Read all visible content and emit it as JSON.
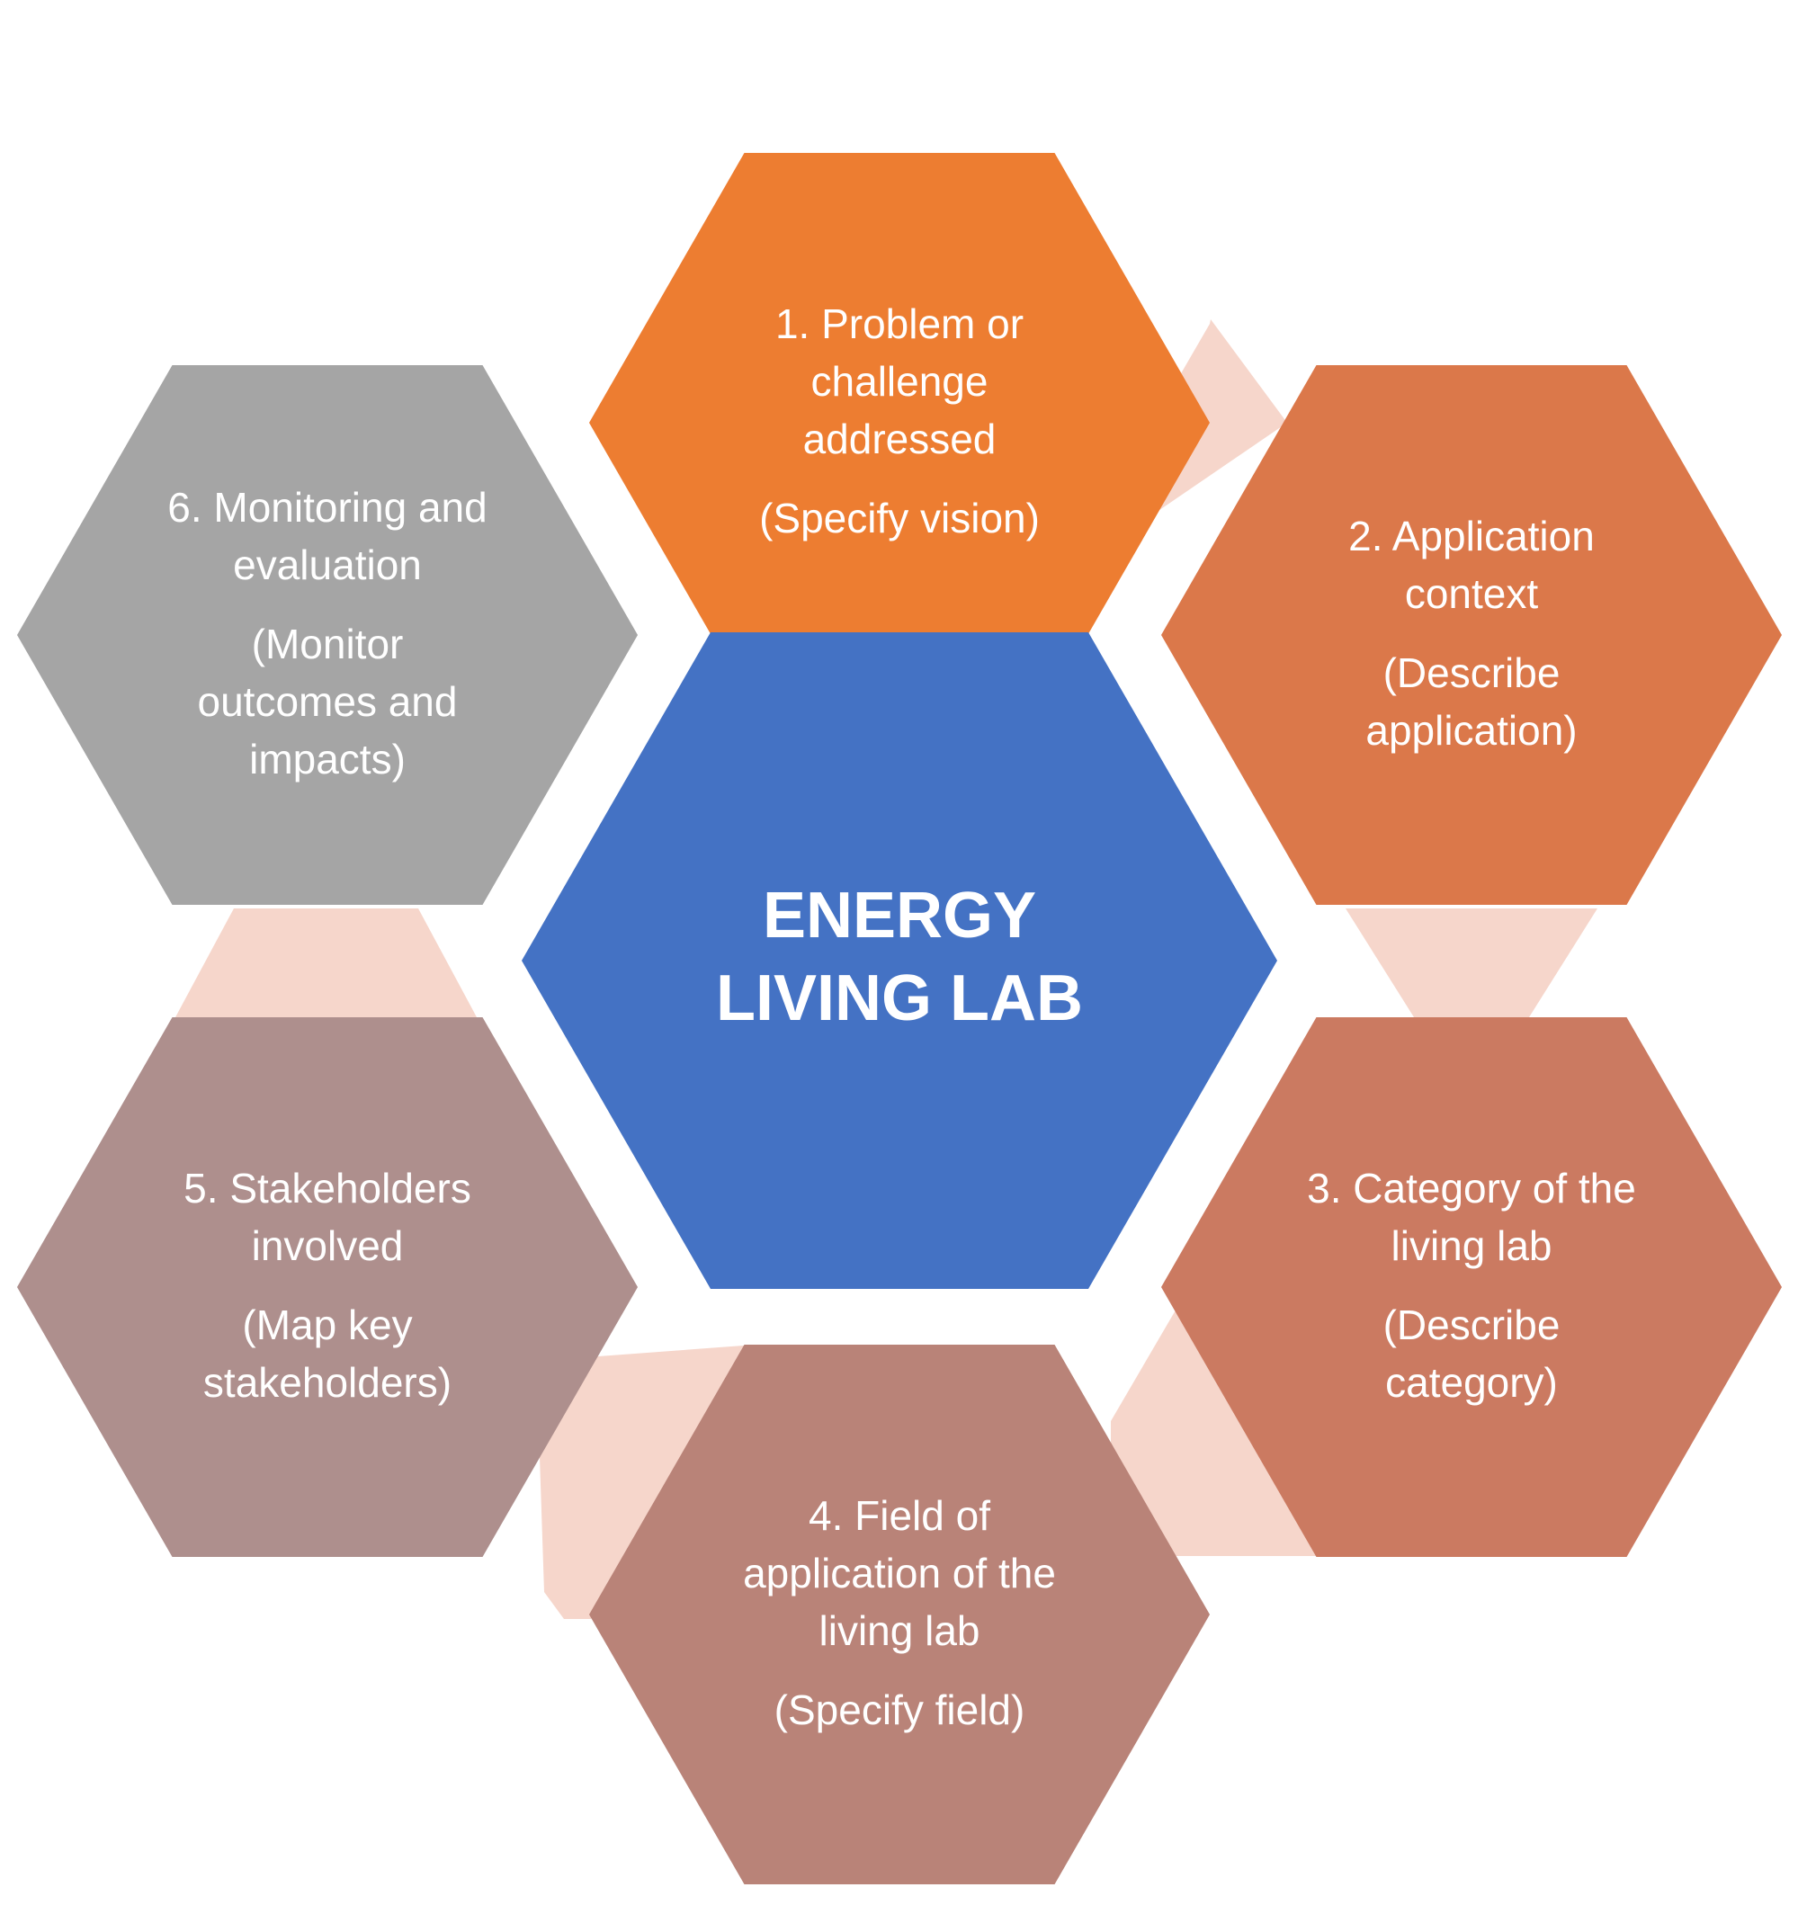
{
  "center": {
    "lines": [
      "ENERGY",
      "LIVING LAB"
    ],
    "color": "#4472c4"
  },
  "hexagons": [
    {
      "id": "problem",
      "title_lines": [
        "1. Problem or",
        "challenge",
        "addressed"
      ],
      "sub_lines": [
        "(Specify vision)"
      ],
      "color": "#ed7d31"
    },
    {
      "id": "application-context",
      "title_lines": [
        "2. Application",
        "context"
      ],
      "sub_lines": [
        "(Describe",
        "application)"
      ],
      "color": "#db784a"
    },
    {
      "id": "category",
      "title_lines": [
        "3. Category of the",
        "living lab"
      ],
      "sub_lines": [
        "(Describe",
        "category)"
      ],
      "color": "#cb7a61"
    },
    {
      "id": "field",
      "title_lines": [
        "4. Field of",
        "application of the",
        "living lab"
      ],
      "sub_lines": [
        "(Specify field)"
      ],
      "color": "#b98378"
    },
    {
      "id": "stakeholders",
      "title_lines": [
        "5. Stakeholders",
        "involved"
      ],
      "sub_lines": [
        "(Map key",
        "stakeholders)"
      ],
      "color": "#ae8f8d"
    },
    {
      "id": "monitoring",
      "title_lines": [
        "6. Monitoring and",
        "evaluation"
      ],
      "sub_lines": [
        "(Monitor",
        "outcomes and",
        "impacts)"
      ],
      "color": "#a5a5a5"
    }
  ],
  "connector_color": "#f6d6cb"
}
